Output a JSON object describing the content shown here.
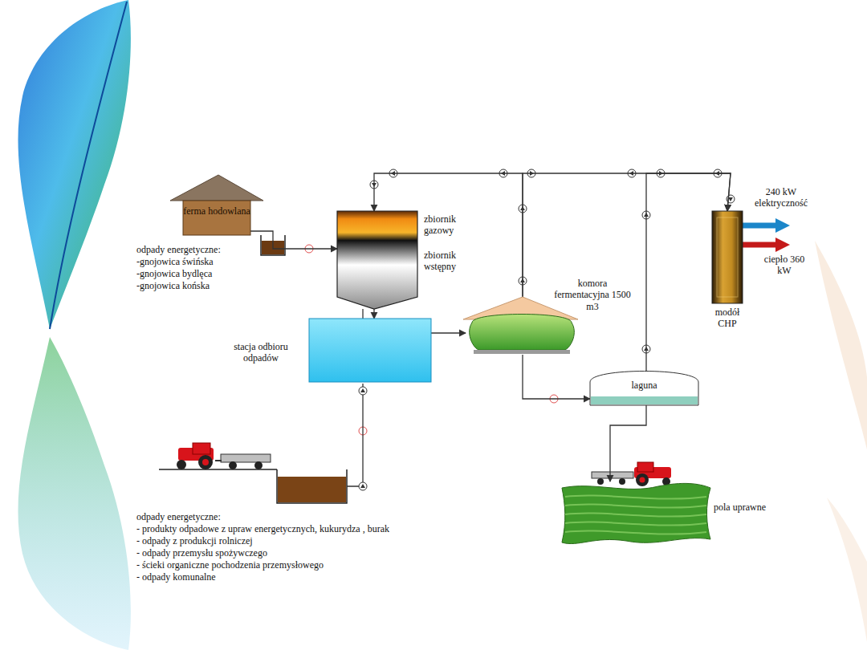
{
  "diagram": {
    "nodes": [
      {
        "text": [
          "ferma hodowlana"
        ]
      },
      {
        "text": [
          "zbiornik gazowy",
          "zbiornik wstępny"
        ]
      },
      {
        "text": [
          "stacja odbioru odpadów"
        ]
      },
      {
        "text": [
          "komora fermentacyjna 1500 m3"
        ]
      },
      {
        "text": [
          "modół CHP"
        ]
      },
      {
        "text": [
          "laguna"
        ]
      },
      {
        "text": [
          "pola uprawne"
        ]
      }
    ],
    "edges": [
      {
        "from": 0,
        "to": 1,
        "arrow": "to"
      },
      {
        "from": 1,
        "to": 2,
        "arrow": "to"
      },
      {
        "from": 2,
        "to": 3,
        "arrow": "to"
      },
      {
        "from": 3,
        "to": 1,
        "arrow": "to"
      },
      {
        "from": 3,
        "to": 4,
        "arrow": "to"
      },
      {
        "from": 5,
        "to": 4,
        "arrow": "to"
      },
      {
        "from": 3,
        "to": 5,
        "arrow": "to"
      },
      {
        "from": 5,
        "to": 6,
        "arrow": "to"
      }
    ],
    "labels": [
      "odpady energetyczne:",
      "-gnojowica świńska",
      "-gnojowica bydlęca",
      "-gnojowica końska",
      "240 kW elektryczność",
      "ciepło 360 kW",
      "odpady energetyczne:",
      "- produkty odpadowe z upraw energetycznych, kukurydza , burak",
      "- odpady z produkcji rolniczej",
      "- odpady przemysłu spożywczego",
      "- ścieki organiczne pochodzenia przemysłowego",
      "- odpady komunalne"
    ]
  }
}
